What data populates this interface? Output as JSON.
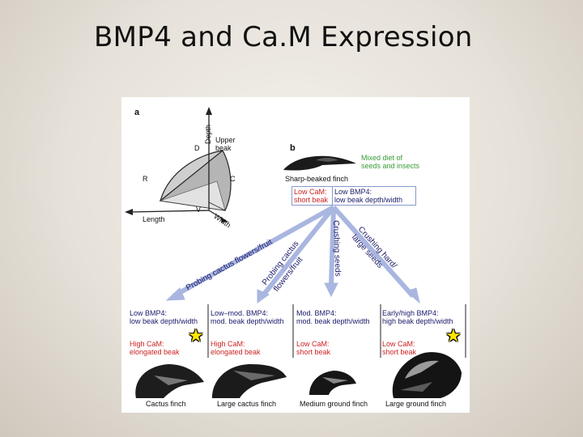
{
  "title": "BMP4 and Ca.M Expression",
  "panel_a": {
    "label": "a",
    "depth": "Depth",
    "upper_beak": [
      "Upper",
      "beak"
    ],
    "length": "Length",
    "width": "Width",
    "d": "D",
    "r": "R",
    "c": "C",
    "v": "V"
  },
  "panel_b": {
    "label": "b",
    "diet": [
      "Mixed diet of",
      "seeds and insects"
    ],
    "sharp_finch": "Sharp-beaked finch",
    "low_cam": [
      "Low CaM:",
      "short beak"
    ],
    "low_bmp4": [
      "Low BMP4:",
      "low beak depth/width"
    ]
  },
  "arrows": {
    "a1": "Probing cactus flowers/fruit",
    "a2": [
      "Probing cactus",
      "flowers/fruit"
    ],
    "a3": "Crushing seeds",
    "a4": [
      "Crushing hard/",
      "large seeds"
    ]
  },
  "columns": [
    {
      "bmp": [
        "Low BMP4:",
        "low beak depth/width"
      ],
      "cam": [
        "High CaM:",
        "elongated beak"
      ],
      "finch": "Cactus finch",
      "star": true
    },
    {
      "bmp": [
        "Low–mod. BMP4:",
        "mod. beak depth/width"
      ],
      "cam": [
        "High CaM:",
        "elongated beak"
      ],
      "finch": "Large cactus finch",
      "star": false
    },
    {
      "bmp": [
        "Mod. BMP4:",
        "mod. beak depth/width"
      ],
      "cam": [
        "Low CaM:",
        "short beak"
      ],
      "finch": "Medium ground finch",
      "star": false
    },
    {
      "bmp": [
        "Early/high BMP4:",
        "high beak depth/width"
      ],
      "cam": [
        "Low CaM:",
        "short beak"
      ],
      "finch": "Large ground finch",
      "star": true
    }
  ],
  "colors": {
    "arrow": "#a9b6e0",
    "star": "#ffe600",
    "green": "#3a9b3a",
    "red": "#cc2222"
  }
}
